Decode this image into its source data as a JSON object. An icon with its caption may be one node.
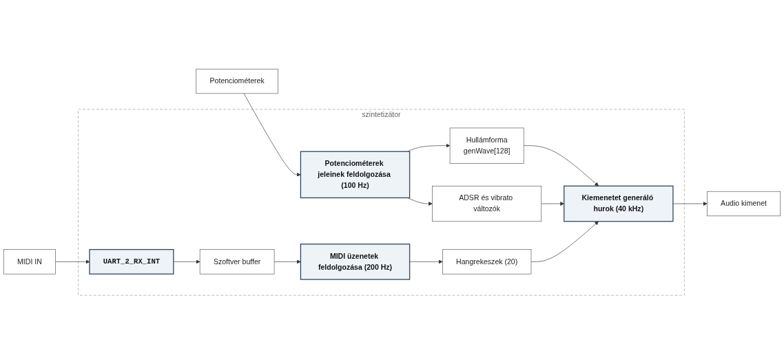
{
  "diagram": {
    "nodes": [
      {
        "text": [
          "szintetizátor"
        ]
      },
      {
        "text": [
          "Potenciométerek"
        ]
      },
      {
        "text": [
          "Potenciométerek jeleinek feldolgozása (100 Hz)"
        ],
        "in": 0
      },
      {
        "text": [
          "Hullámforma",
          "genWave[128]"
        ],
        "in": 0
      },
      {
        "text": [
          "Kiemenetet generáló hurok (40 kHz)"
        ],
        "in": 0
      },
      {
        "text": [
          "Audio kimenet"
        ]
      },
      {
        "text": [
          "ADSR és vibrato változók"
        ],
        "in": 0
      },
      {
        "text": [
          "Hangrekeszek (20)"
        ],
        "in": 0
      },
      {
        "text": [
          "MIDI IN"
        ]
      },
      {
        "text": [
          "UART_2_RX_INT"
        ],
        "in": 0
      },
      {
        "text": [
          "Szoftver buffer"
        ],
        "in": 0
      },
      {
        "text": [
          "MIDI üzenetek feldolgozása (200 Hz)"
        ],
        "in": 0
      }
    ],
    "edges": [
      {
        "from": 1,
        "to": 2,
        "arrow": "to"
      },
      {
        "from": 2,
        "to": 3,
        "arrow": "to"
      },
      {
        "from": 3,
        "to": 4,
        "arrow": "to"
      },
      {
        "from": 4,
        "to": 5,
        "arrow": "to"
      },
      {
        "from": 2,
        "to": 6,
        "arrow": "to"
      },
      {
        "from": 6,
        "to": 4,
        "arrow": "to"
      },
      {
        "from": 7,
        "to": 4,
        "arrow": "to"
      },
      {
        "from": 8,
        "to": 9,
        "arrow": "to"
      },
      {
        "from": 9,
        "to": 10,
        "arrow": "to"
      },
      {
        "from": 10,
        "to": 11,
        "arrow": "to"
      },
      {
        "from": 11,
        "to": 7,
        "arrow": "to"
      }
    ]
  }
}
